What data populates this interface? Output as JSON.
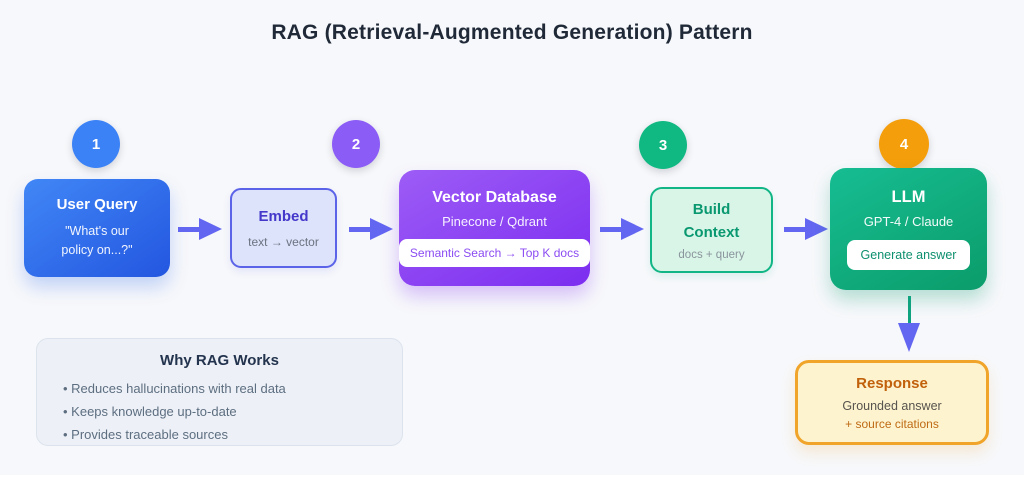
{
  "title": "RAG (Retrieval-Augmented Generation) Pattern",
  "steps": {
    "s1": {
      "label": "1",
      "color": "#3b82f6"
    },
    "s2": {
      "label": "2",
      "color": "#8b5cf6"
    },
    "s3": {
      "label": "3",
      "color": "#10b981"
    },
    "s4": {
      "label": "4",
      "color": "#f59e0b"
    }
  },
  "nodes": {
    "user_query": {
      "title": "User Query",
      "subtitle_line1": "\"What's our",
      "subtitle_line2": "policy on...?\""
    },
    "embed": {
      "title": "Embed",
      "subtitle": "text → vector"
    },
    "vector_database": {
      "title": "Vector Database",
      "subtitle": "Pinecone / Qdrant",
      "badge": "Semantic Search → Top K docs"
    },
    "build_context": {
      "title_line1": "Build",
      "title_line2": "Context",
      "subtitle": "docs + query"
    },
    "llm": {
      "title": "LLM",
      "subtitle": "GPT-4 / Claude",
      "badge": "Generate answer"
    },
    "response": {
      "title": "Response",
      "subtitle_line1": "Grounded answer",
      "subtitle_line2": "+ source citations"
    }
  },
  "why_box": {
    "title": "Why RAG Works",
    "bullets": [
      "• Reduces hallucinations with real data",
      "• Keeps knowledge up-to-date",
      "• Provides traceable sources"
    ]
  },
  "colors": {
    "background": "#f7f8fb",
    "title_text": "#1f2937",
    "flow_arrow": "#6366f1",
    "down_arrow_stem": "#10a37f",
    "down_arrow_head": "#6366f1",
    "user_query_gradient_start": "#4187f6",
    "user_query_gradient_end": "#2356e0",
    "vector_gradient_start": "#9d5cf6",
    "vector_gradient_end": "#7c2df0",
    "llm_gradient_start": "#16bd92",
    "llm_gradient_end": "#0b9c6a",
    "response_border": "#f0a42a",
    "response_bg": "#fdf4cf"
  }
}
